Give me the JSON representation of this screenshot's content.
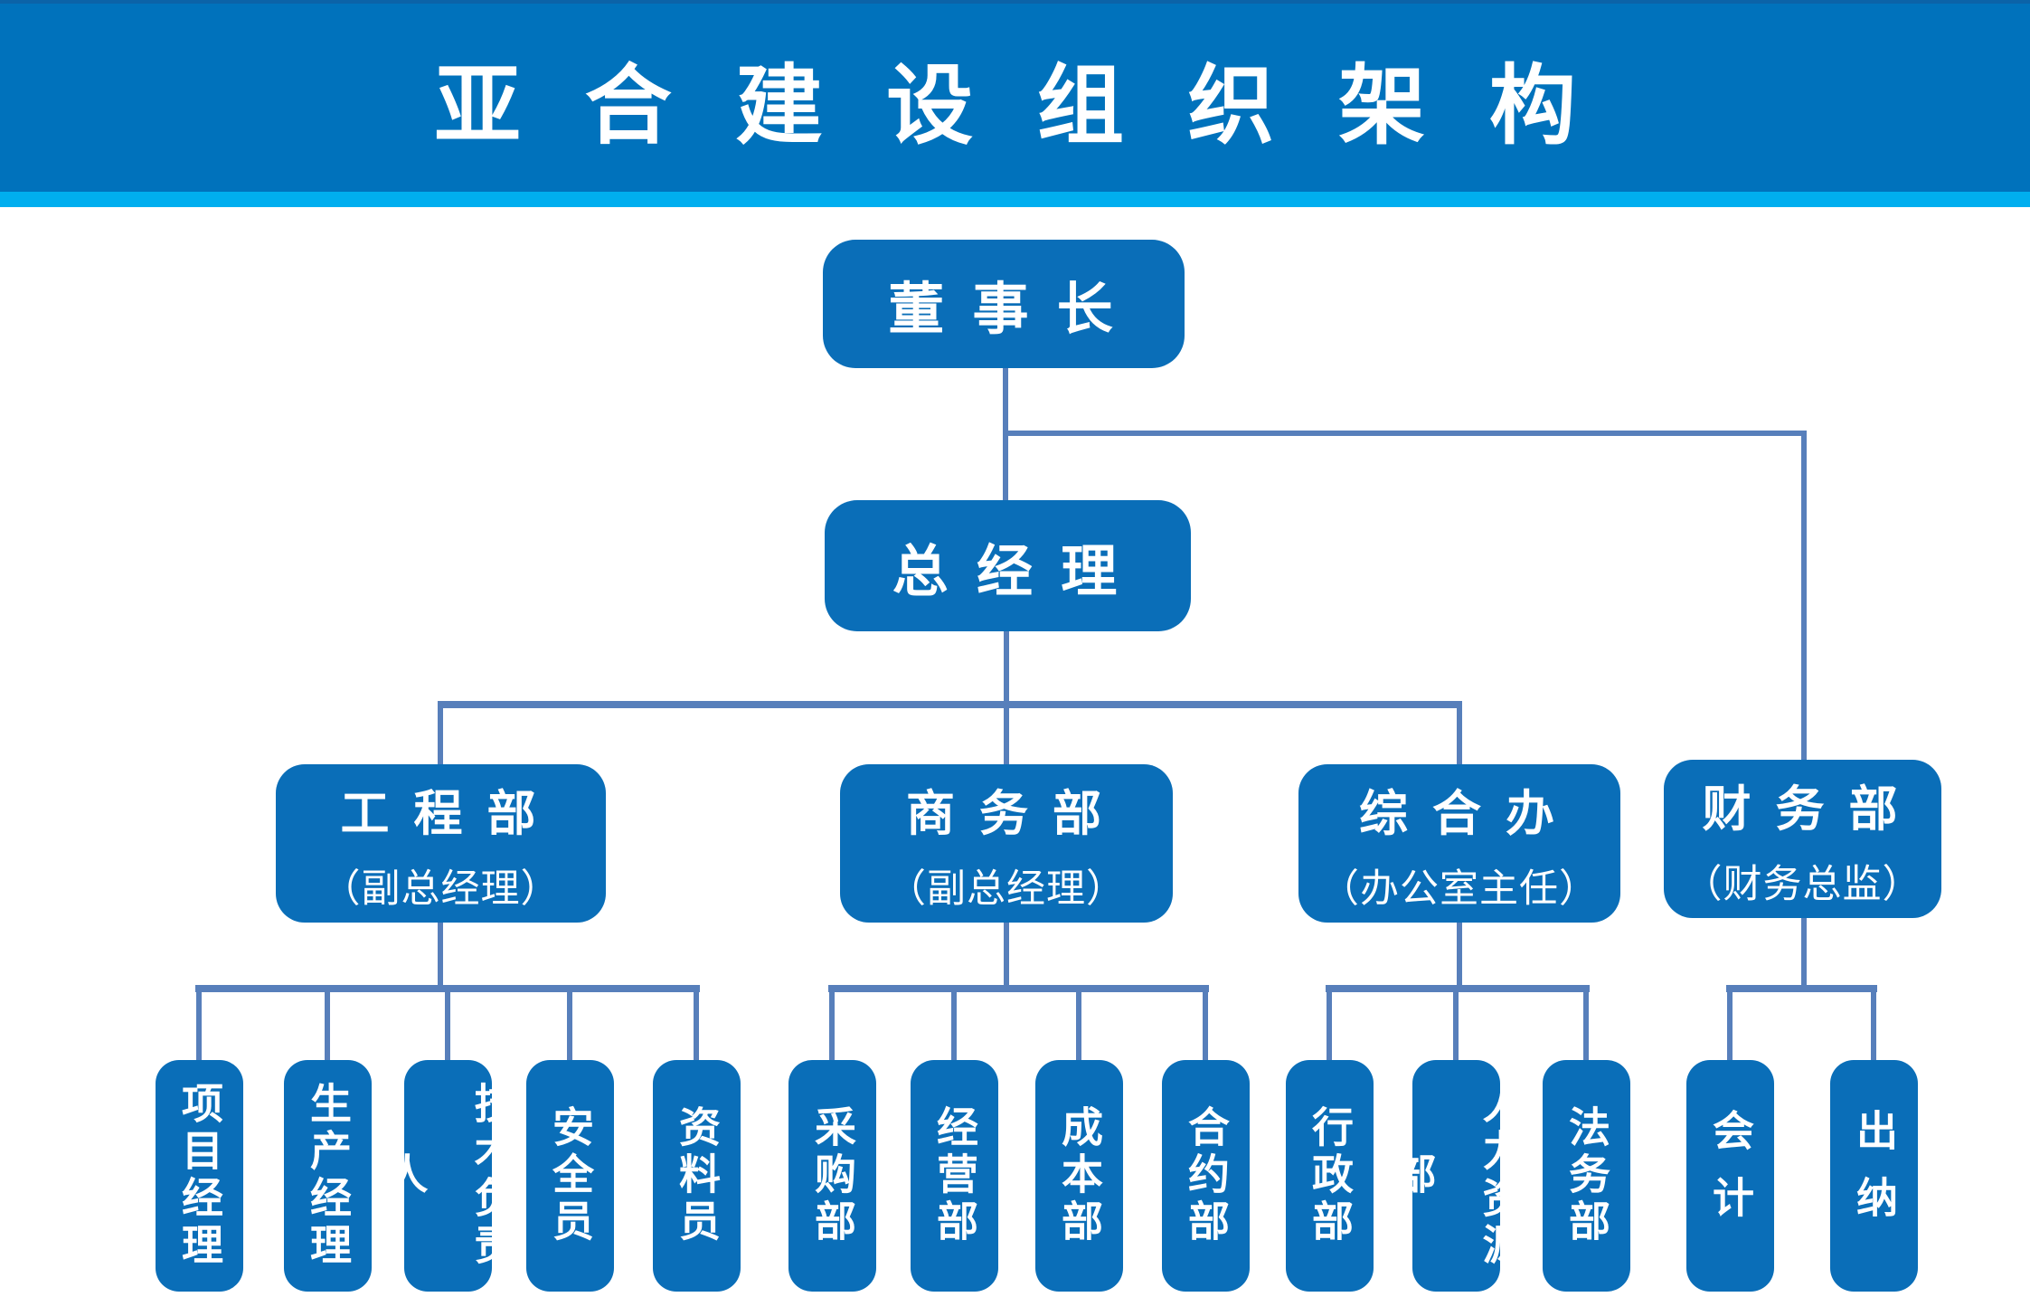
{
  "title": "亚 合 建 设 组 织 架 构",
  "colors": {
    "banner_blue": "#0072BC",
    "banner_strip_blue": "#00AEEF",
    "node_blue": "#0A6EB8",
    "connector_blue": "#577FBB",
    "text_white": "#FFFFFF"
  },
  "org": {
    "chairman": {
      "label": "董 事 长"
    },
    "general_manager": {
      "label": "总 经 理"
    },
    "departments": [
      {
        "label": "工 程 部",
        "subtitle": "（副总经理）",
        "children": [
          "项目经理",
          "生产经理",
          "技术负责人",
          "安全员",
          "资料员"
        ]
      },
      {
        "label": "商 务 部",
        "subtitle": "（副总经理）",
        "children": [
          "采购部",
          "经营部",
          "成本部",
          "合约部"
        ]
      },
      {
        "label": "综 合 办",
        "subtitle": "（办公室主任）",
        "children": [
          "行政部",
          "人力资源部",
          "法务部"
        ]
      },
      {
        "label": "财 务 部",
        "subtitle": "（财务总监）",
        "children": [
          "会计",
          "出纳"
        ]
      }
    ]
  }
}
